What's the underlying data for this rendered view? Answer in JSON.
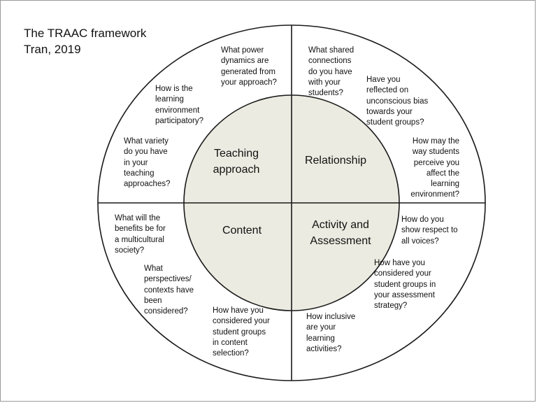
{
  "title": {
    "line1": "The TRAAC framework",
    "line2": "Tran, 2019"
  },
  "quadrants": {
    "teaching": "Teaching\napproach",
    "relationship": "Relationship",
    "content": "Content",
    "activity": "Activity and\nAssessment"
  },
  "questions": {
    "power": "What power\ndynamics are\ngenerated from\nyour approach?",
    "shared": "What shared\nconnections\ndo you have\nwith your\nstudents?",
    "participatory": "How is the\nlearning\nenvironment\nparticipatory?",
    "bias": "Have you\nreflected on\nunconscious bias\ntowards your\nstudent groups?",
    "variety": "What variety\ndo you have\nin your\nteaching\napproaches?",
    "perceive": "How may the\nway students\nperceive you\naffect the\nlearning\nenvironment?",
    "benefits": "What will the\nbenefits be for\na multicultural\nsociety?",
    "respect": "How do you\nshow respect to\nall voices?",
    "perspectives": "What\nperspectives/\ncontexts have\nbeen\nconsidered?",
    "assessment": "How have you\nconsidered your\nstudent groups in\nyour assessment\nstrategy?",
    "content_selection": "How have you\nconsidered your\nstudent groups\nin content\nselection?",
    "inclusive": "How inclusive\nare your\nlearning\nactivities?"
  },
  "colors": {
    "inner_fill": "#ecebe1",
    "stroke": "#1a1a1a"
  }
}
